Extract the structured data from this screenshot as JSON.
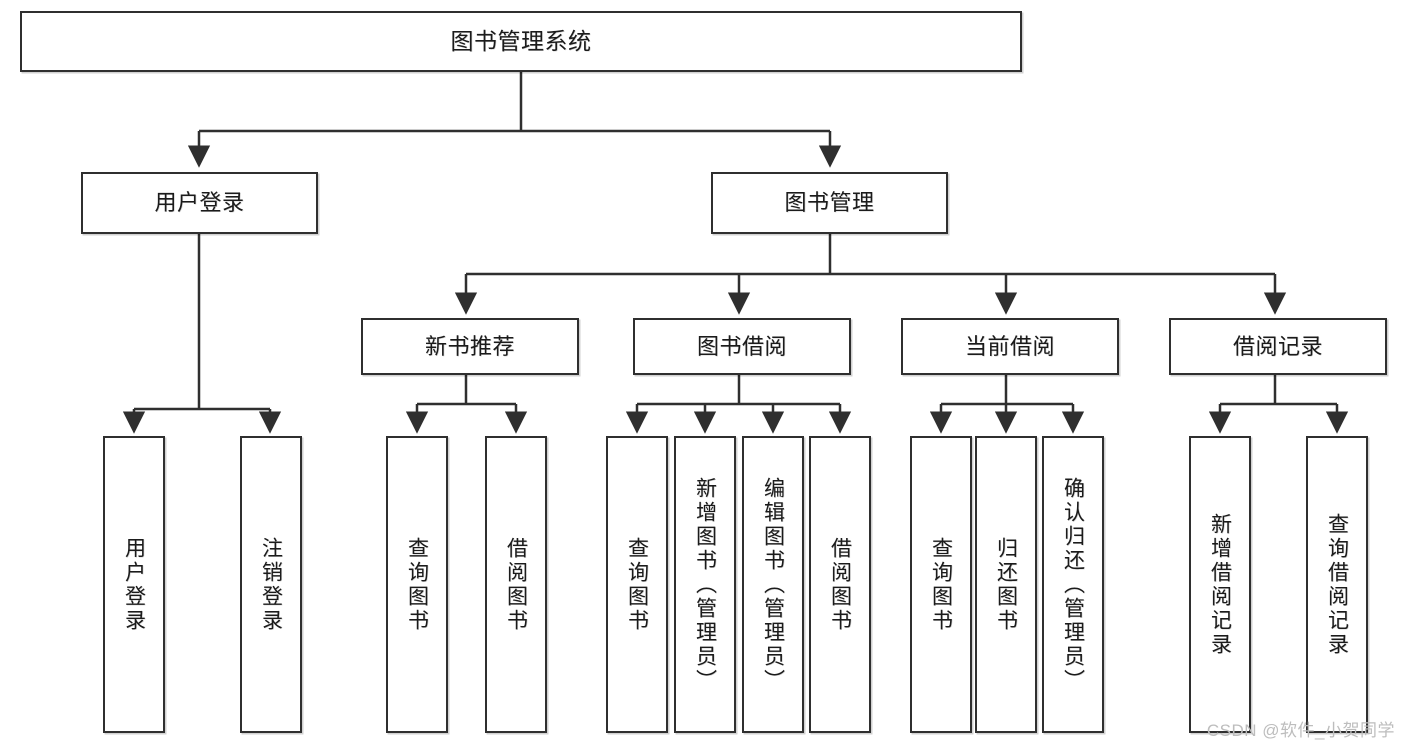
{
  "diagram": {
    "title": "图书管理系统",
    "watermark": "CSDN @软件_小贺同学",
    "colors": {
      "box_border": "#2f2f2f",
      "box_fill": "#ffffff",
      "edge": "#2f2f2f",
      "text": "#1b1b1b",
      "watermark": "#bdbdbd"
    },
    "nodes": {
      "root": "图书管理系统",
      "level2": [
        "用户登录",
        "图书管理"
      ],
      "level3": [
        "新书推荐",
        "图书借阅",
        "当前借阅",
        "借阅记录"
      ],
      "leaves": {
        "user_login": [
          "用户登录",
          "注销登录"
        ],
        "new_book_recommend": [
          "查询图书",
          "借阅图书"
        ],
        "book_borrow": [
          "查询图书",
          "新增图书（管理员）",
          "编辑图书（管理员）",
          "借阅图书"
        ],
        "current_borrow": [
          "查询图书",
          "归还图书",
          "确认归还（管理员）"
        ],
        "borrow_record": [
          "新增借阅记录",
          "查询借阅记录"
        ]
      }
    }
  }
}
